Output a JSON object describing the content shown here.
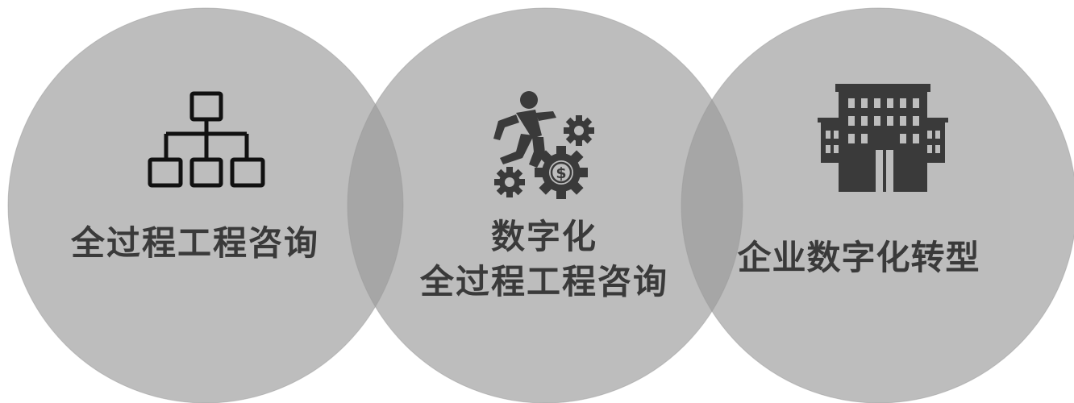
{
  "diagram": {
    "circles": [
      {
        "label": "全过程工程咨询",
        "icon": "hierarchy-org-chart-icon"
      },
      {
        "label_line1": "数字化",
        "label_line2": "全过程工程咨询",
        "icon": "businessman-gears-dollar-icon"
      },
      {
        "label": "企业数字化转型",
        "icon": "office-building-icon"
      }
    ],
    "colors": {
      "circle_fill": "#bdbdbd",
      "overlap_fill": "#a6a6a6",
      "icon_color": "#3a3a3a",
      "text_color": "#3a3a3a"
    }
  }
}
